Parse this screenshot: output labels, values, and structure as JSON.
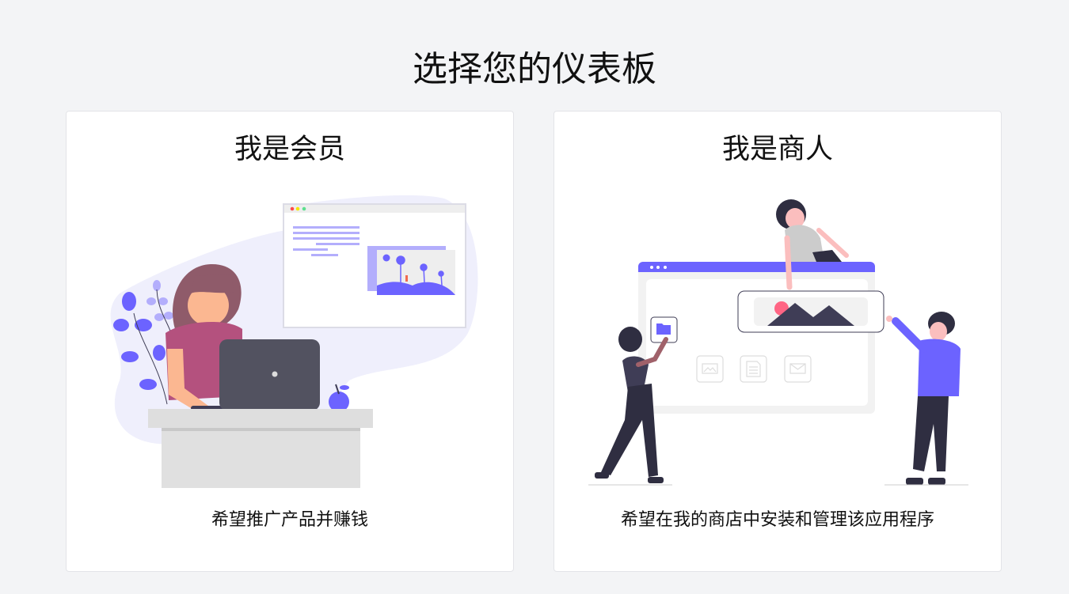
{
  "header": {
    "title": "选择您的仪表板"
  },
  "cards": [
    {
      "title": "我是会员",
      "description": "希望推广产品并赚钱",
      "illustration": "woman-at-laptop-illustration"
    },
    {
      "title": "我是商人",
      "description": "希望在我的商店中安装和管理该应用程序",
      "illustration": "team-building-webpage-illustration"
    }
  ],
  "colors": {
    "accent": "#6c63ff",
    "accent_light": "#b3aefc",
    "background": "#f3f4f6",
    "dark": "#3f3d56"
  }
}
